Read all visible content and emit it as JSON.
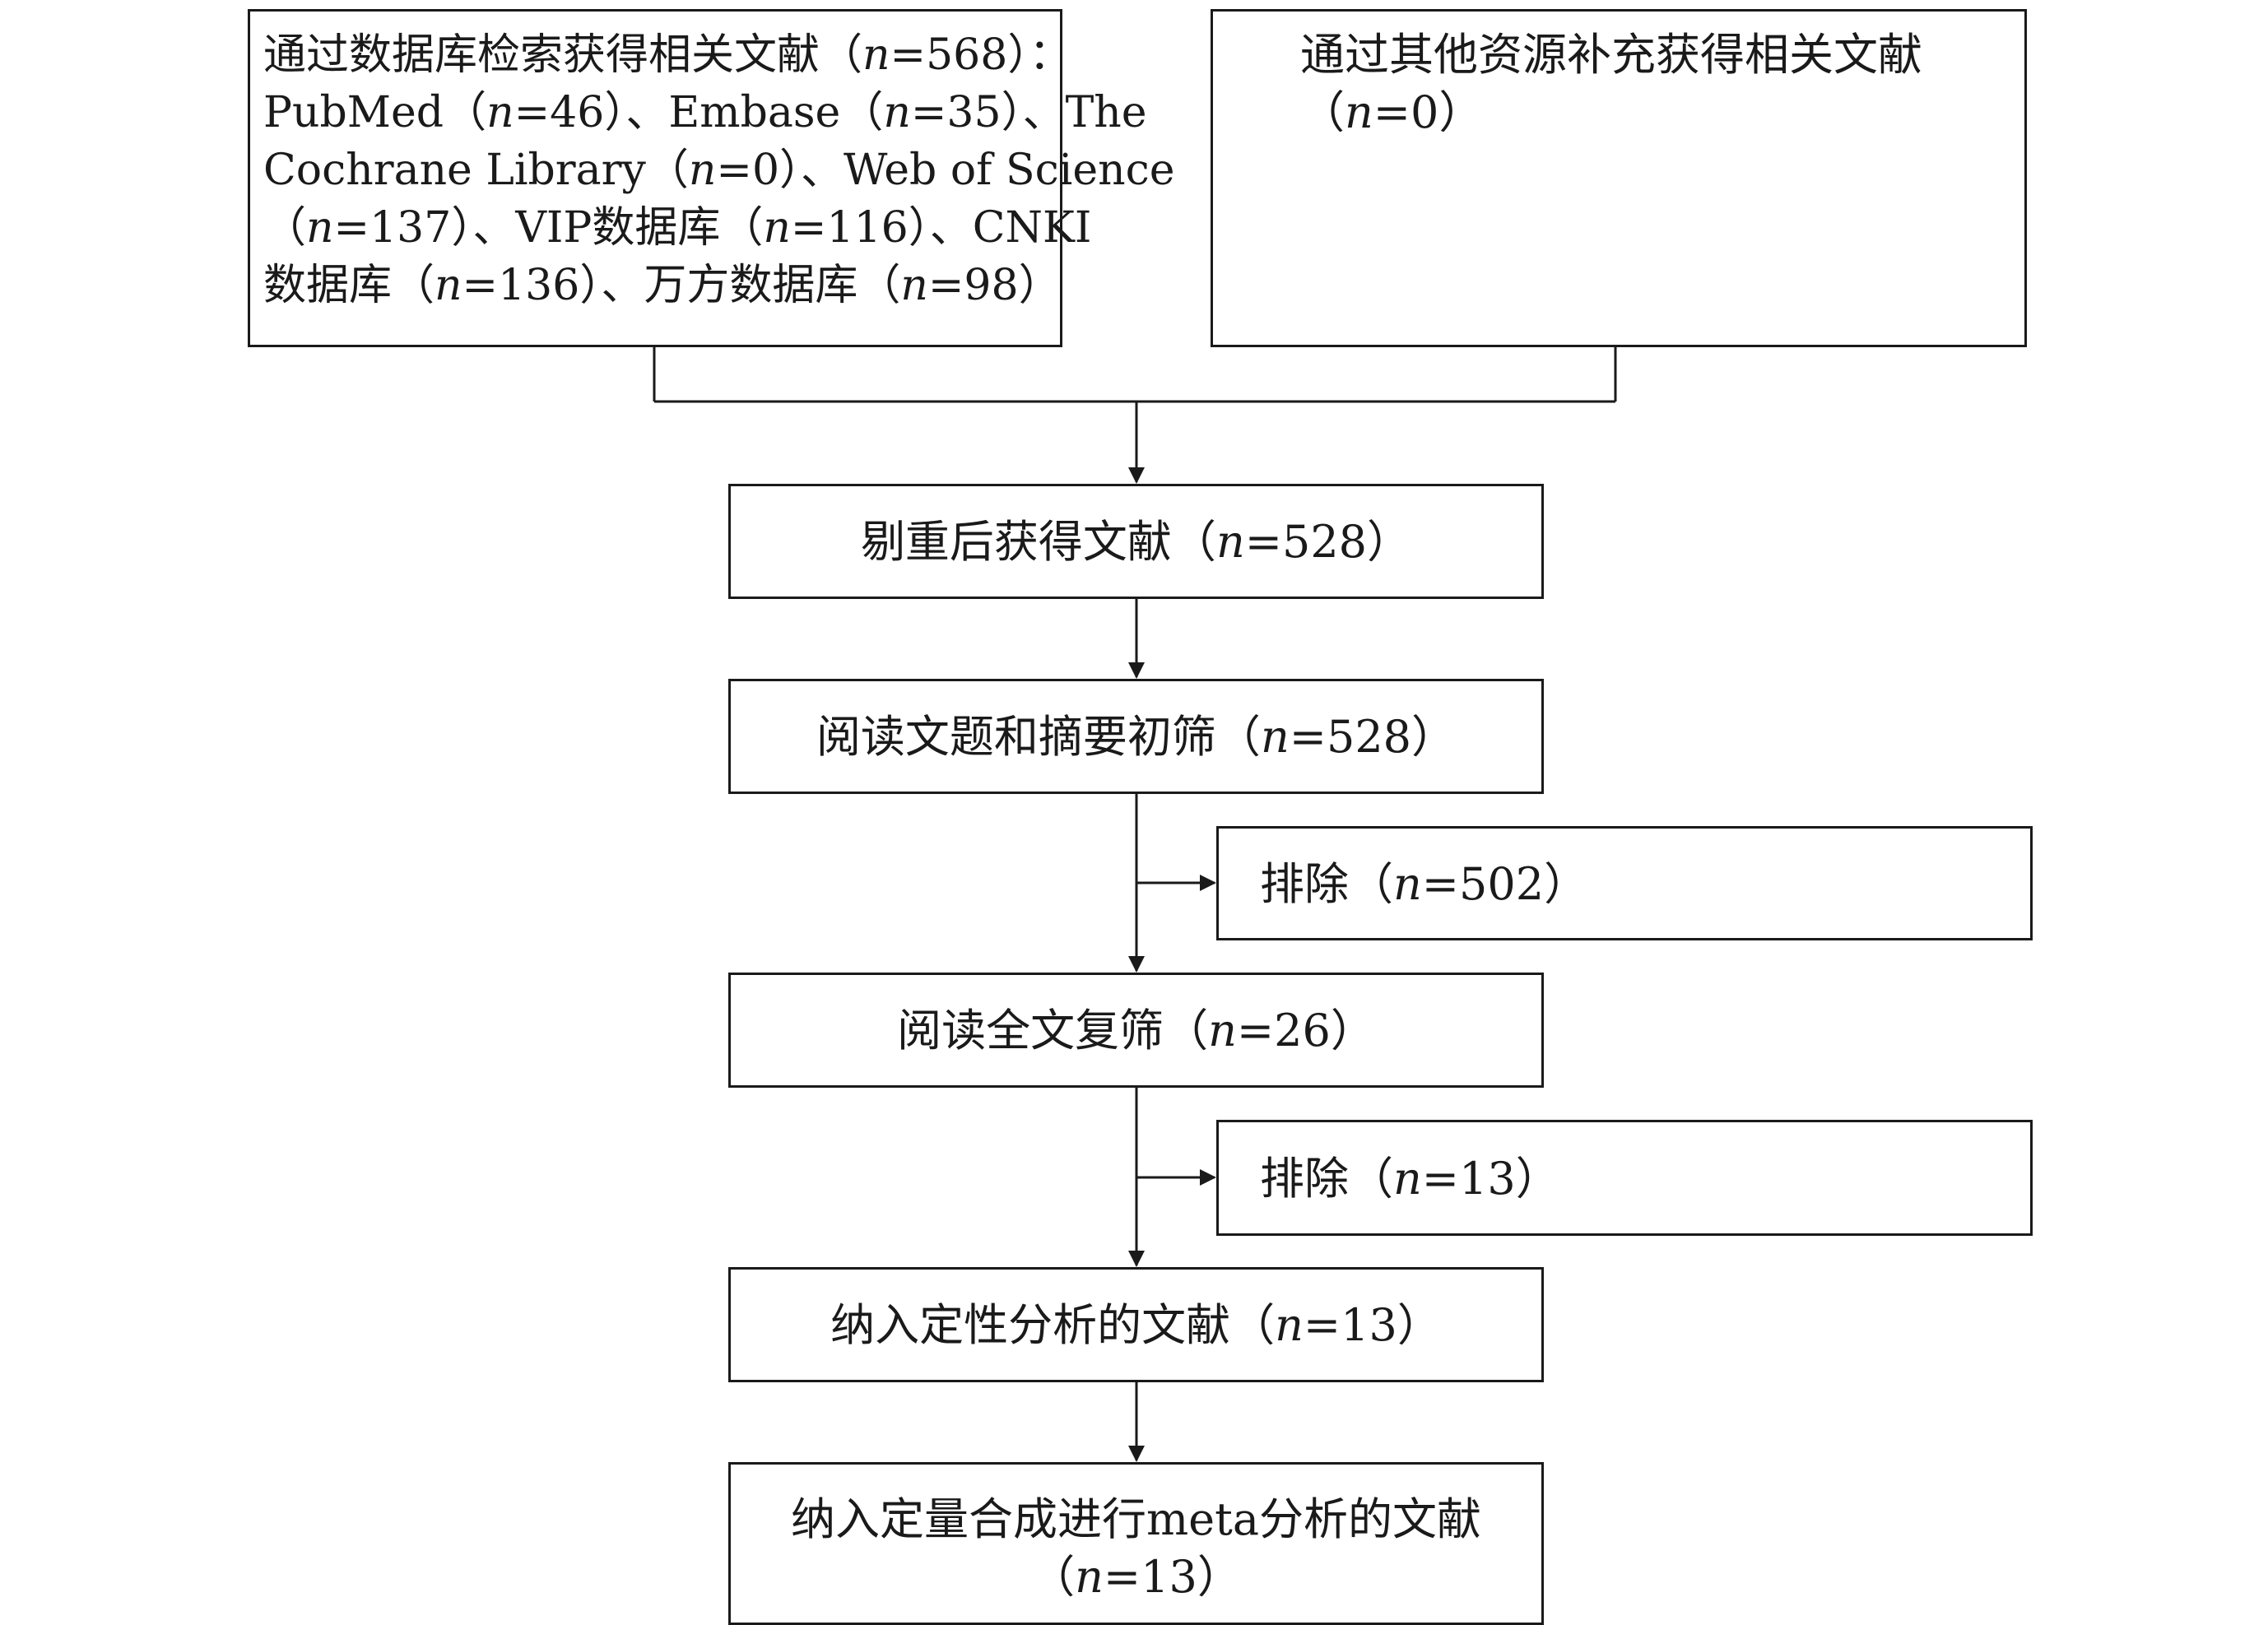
{
  "boxes": {
    "database": {
      "lines": [
        [
          "通过数据库检索获得相关文献（",
          "n",
          "=568）："
        ],
        [
          "PubMed（",
          "n",
          "=46）、Embase（",
          "n",
          "=35）、The"
        ],
        [
          "Cochrane Library（",
          "n",
          "=0）、Web of Science"
        ],
        [
          "（",
          "n",
          "=137）、VIP数据库（",
          "n",
          "=116）、CNKI"
        ],
        [
          "数据库（",
          "n",
          "=136）、万方数据库（",
          "n",
          "=98）"
        ]
      ]
    },
    "other": {
      "lines": [
        [
          "通过其他资源补充获得相关文献"
        ],
        [
          "（",
          "n",
          "=0）"
        ]
      ]
    },
    "dedup": {
      "lines": [
        [
          "剔重后获得文献（",
          "n",
          "=528）"
        ]
      ]
    },
    "title_screen": {
      "lines": [
        [
          "阅读文题和摘要初筛（",
          "n",
          "=528）"
        ]
      ]
    },
    "exclude1": {
      "lines": [
        [
          "排除（",
          "n",
          "=502）"
        ]
      ]
    },
    "fulltext": {
      "lines": [
        [
          "阅读全文复筛（",
          "n",
          "=26）"
        ]
      ]
    },
    "exclude2": {
      "lines": [
        [
          "排除（",
          "n",
          "=13）"
        ]
      ]
    },
    "qualitative": {
      "lines": [
        [
          "纳入定性分析的文献（",
          "n",
          "=13）"
        ]
      ]
    },
    "quantitative": {
      "lines": [
        [
          "纳入定量合成进行meta分析的文献"
        ],
        [
          "（",
          "n",
          "=13）"
        ]
      ]
    }
  },
  "colors": {
    "line": "#1a1a1a",
    "background": "#ffffff"
  }
}
